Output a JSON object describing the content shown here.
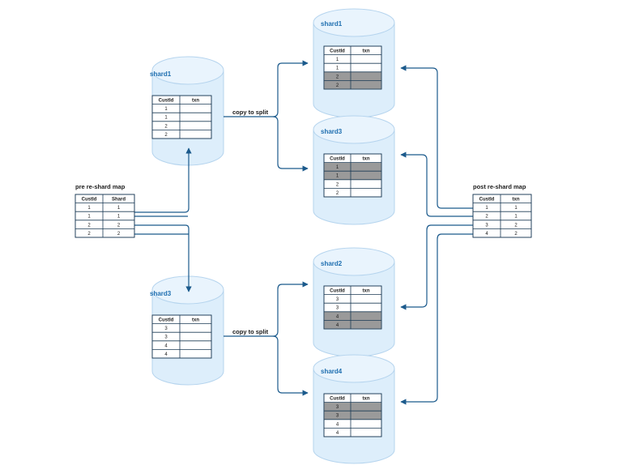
{
  "colors": {
    "cylinder_fill": "#ddeefb",
    "cylinder_edge": "#b5d4ee",
    "table_line": "#1b3a55",
    "arrow": "#1b5a8c",
    "label_blue": "#1f6fb0",
    "highlight": "#9a9a9a"
  },
  "pre_map": {
    "title": "pre re-shard map",
    "headers": [
      "CustId",
      "Shard"
    ],
    "rows": [
      [
        "1",
        "1"
      ],
      [
        "1",
        "1"
      ],
      [
        "2",
        "2"
      ],
      [
        "2",
        "2"
      ]
    ]
  },
  "post_map": {
    "title": "post re-shard map",
    "headers": [
      "CustId",
      "txn"
    ],
    "rows": [
      [
        "1",
        "1"
      ],
      [
        "2",
        "1"
      ],
      [
        "3",
        "2"
      ],
      [
        "4",
        "2"
      ]
    ]
  },
  "source_shards": [
    {
      "label": "shard1",
      "headers": [
        "CustId",
        "txn"
      ],
      "rows": [
        "1",
        "1",
        "2",
        "2"
      ]
    },
    {
      "label": "shard3",
      "headers": [
        "CustId",
        "txn"
      ],
      "rows": [
        "3",
        "3",
        "4",
        "4"
      ]
    }
  ],
  "target_shards": [
    {
      "label": "shard1",
      "headers": [
        "CustId",
        "txn"
      ],
      "rows": [
        "1",
        "1",
        "2",
        "2"
      ],
      "highlighted": [
        false,
        false,
        true,
        true
      ]
    },
    {
      "label": "shard3",
      "headers": [
        "CustId",
        "txn"
      ],
      "rows": [
        "1",
        "1",
        "2",
        "2"
      ],
      "highlighted": [
        true,
        true,
        false,
        false
      ]
    },
    {
      "label": "shard2",
      "headers": [
        "CustId",
        "txn"
      ],
      "rows": [
        "3",
        "3",
        "4",
        "4"
      ],
      "highlighted": [
        false,
        false,
        true,
        true
      ]
    },
    {
      "label": "shard4",
      "headers": [
        "CustId",
        "txn"
      ],
      "rows": [
        "3",
        "3",
        "4",
        "4"
      ],
      "highlighted": [
        true,
        true,
        false,
        false
      ]
    }
  ],
  "edge_labels": [
    "copy to split",
    "copy to split"
  ]
}
